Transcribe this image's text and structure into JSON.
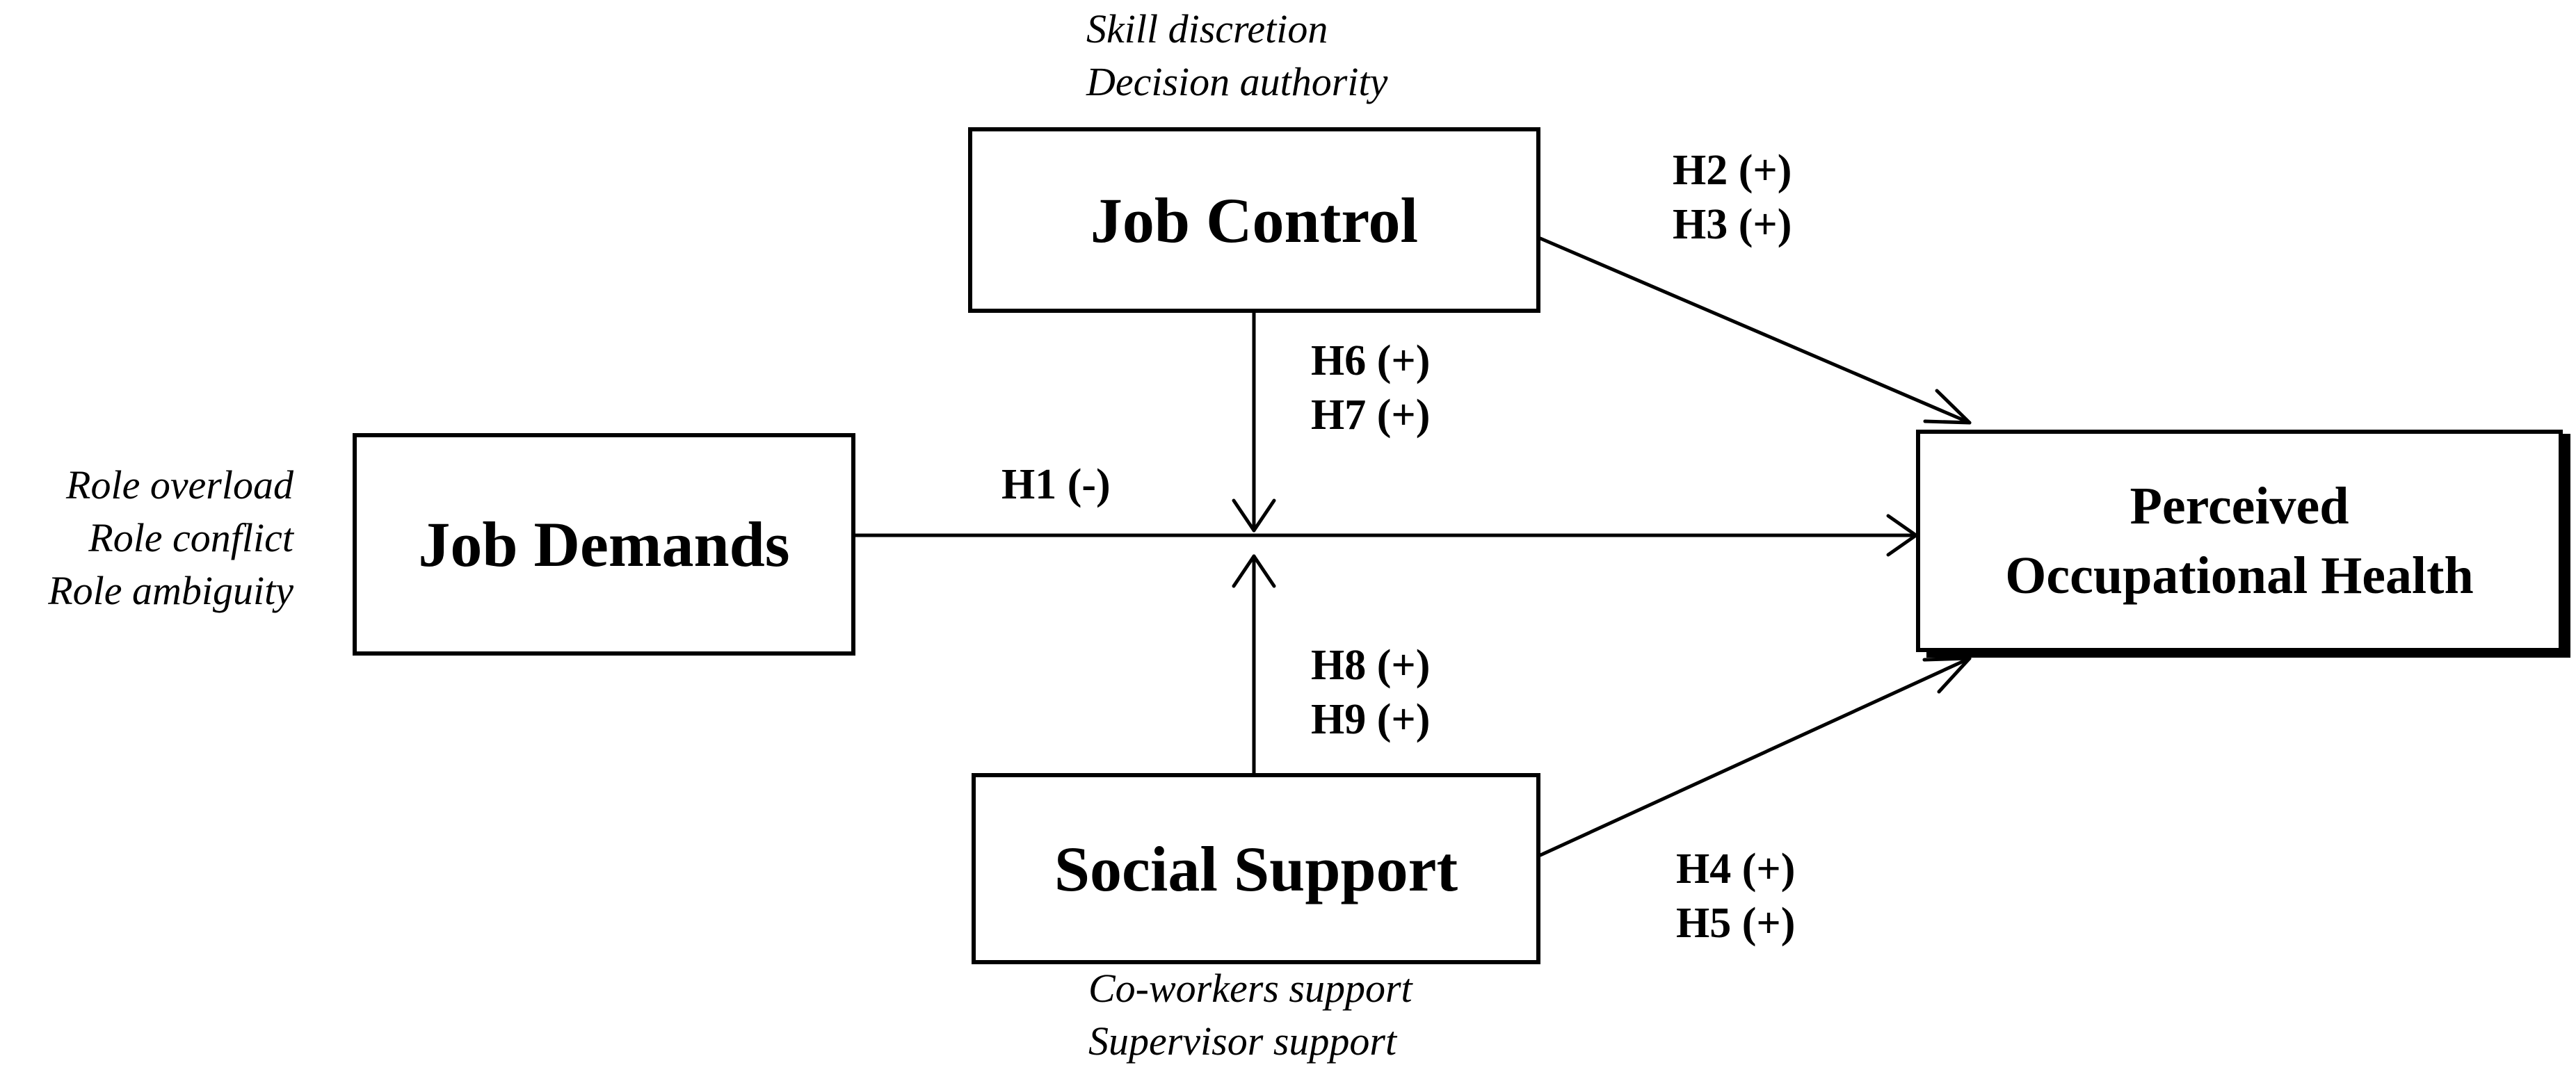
{
  "constructs": {
    "job_control": "Job Control",
    "job_demands": "Job Demands",
    "social_support": "Social Support",
    "perceived_health_line1": "Perceived",
    "perceived_health_line2": "Occupational Health"
  },
  "dimensions": {
    "job_control": [
      "Skill discretion",
      "Decision authority"
    ],
    "job_demands": [
      "Role overload",
      "Role conflict",
      "Role ambiguity"
    ],
    "social_support": [
      "Co-workers support",
      "Supervisor support"
    ]
  },
  "hypotheses": {
    "control_to_health": [
      "H2 (+)",
      "H3 (+)"
    ],
    "control_moderation": [
      "H6 (+)",
      "H7 (+)"
    ],
    "demands_to_health": "H1 (-)",
    "support_moderation": [
      "H8 (+)",
      "H9 (+)"
    ],
    "support_to_health": [
      "H4 (+)",
      "H5 (+)"
    ]
  },
  "colors": {
    "line": "#000000",
    "background": "#ffffff"
  }
}
